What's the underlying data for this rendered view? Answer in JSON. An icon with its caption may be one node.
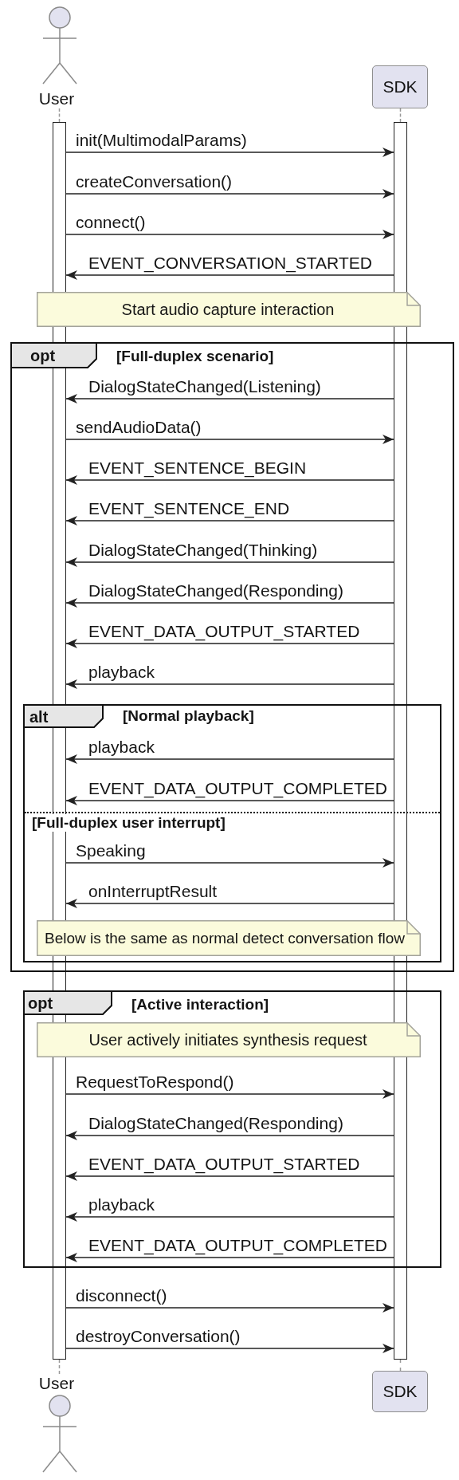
{
  "diagram": {
    "nodes": [
      {
        "text": [
          "User"
        ]
      },
      {
        "text": [
          "SDK"
        ]
      },
      {
        "text": [],
        "shape": "bar"
      },
      {
        "text": [],
        "shape": "bar"
      },
      {
        "text": [
          "Start audio capture interaction"
        ]
      },
      {
        "text": [
          "opt",
          "[Full-duplex scenario]"
        ]
      },
      {
        "text": [
          "alt",
          "[Normal playback]",
          "[Full-duplex user interrupt]"
        ],
        "in": 5
      },
      {
        "text": [
          "Below is the same as normal detect conversation flow"
        ],
        "in": 6
      },
      {
        "text": [
          "opt",
          "[Active interaction]"
        ]
      },
      {
        "text": [
          "User actively initiates synthesis request"
        ],
        "in": 8
      },
      {
        "text": [
          "User"
        ]
      },
      {
        "text": [
          "SDK"
        ]
      }
    ],
    "edges": [
      {
        "from": 0,
        "to": 2,
        "arrow": "none",
        "style": "dashed",
        "color": "#999999"
      },
      {
        "from": 1,
        "to": 3,
        "arrow": "none",
        "style": "dashed",
        "color": "#999999"
      },
      {
        "from": 2,
        "to": 3,
        "arrow": "to",
        "label": "init(MultimodalParams)"
      },
      {
        "from": 2,
        "to": 3,
        "arrow": "to",
        "label": "createConversation()"
      },
      {
        "from": 2,
        "to": 3,
        "arrow": "to",
        "label": "connect()"
      },
      {
        "from": 3,
        "to": 2,
        "arrow": "to",
        "label": "EVENT_CONVERSATION_STARTED"
      },
      {
        "from": 3,
        "to": 2,
        "arrow": "to",
        "label": "DialogStateChanged(Listening)"
      },
      {
        "from": 2,
        "to": 3,
        "arrow": "to",
        "label": "sendAudioData()"
      },
      {
        "from": 3,
        "to": 2,
        "arrow": "to",
        "label": "EVENT_SENTENCE_BEGIN"
      },
      {
        "from": 3,
        "to": 2,
        "arrow": "to",
        "label": "EVENT_SENTENCE_END"
      },
      {
        "from": 3,
        "to": 2,
        "arrow": "to",
        "label": "DialogStateChanged(Thinking)"
      },
      {
        "from": 3,
        "to": 2,
        "arrow": "to",
        "label": "DialogStateChanged(Responding)"
      },
      {
        "from": 3,
        "to": 2,
        "arrow": "to",
        "label": "EVENT_DATA_OUTPUT_STARTED"
      },
      {
        "from": 3,
        "to": 2,
        "arrow": "to",
        "label": "playback"
      },
      {
        "from": 3,
        "to": 2,
        "arrow": "to",
        "label": "playback"
      },
      {
        "from": 3,
        "to": 2,
        "arrow": "to",
        "label": "EVENT_DATA_OUTPUT_COMPLETED"
      },
      {
        "from": 2,
        "to": 3,
        "arrow": "to",
        "label": "Speaking"
      },
      {
        "from": 3,
        "to": 2,
        "arrow": "to",
        "label": "onInterruptResult"
      },
      {
        "from": 2,
        "to": 3,
        "arrow": "to",
        "label": "RequestToRespond()"
      },
      {
        "from": 3,
        "to": 2,
        "arrow": "to",
        "label": "DialogStateChanged(Responding)"
      },
      {
        "from": 3,
        "to": 2,
        "arrow": "to",
        "label": "EVENT_DATA_OUTPUT_STARTED"
      },
      {
        "from": 3,
        "to": 2,
        "arrow": "to",
        "label": "playback"
      },
      {
        "from": 3,
        "to": 2,
        "arrow": "to",
        "label": "EVENT_DATA_OUTPUT_COMPLETED"
      },
      {
        "from": 2,
        "to": 3,
        "arrow": "to",
        "label": "disconnect()"
      },
      {
        "from": 2,
        "to": 3,
        "arrow": "to",
        "label": "destroyConversation()"
      },
      {
        "from": 2,
        "to": 10,
        "arrow": "none",
        "style": "dashed",
        "color": "#999999"
      },
      {
        "from": 3,
        "to": 11,
        "arrow": "none",
        "style": "dashed",
        "color": "#999999"
      }
    ]
  }
}
